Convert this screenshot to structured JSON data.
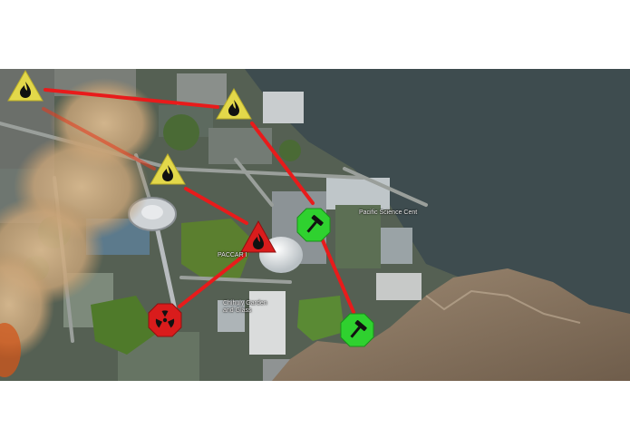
{
  "map": {
    "labels": {
      "pacific_science_center": "Pacific Science Cent",
      "paccar": "PACCAR I",
      "chihuly": "Chihuly Garden\nand Glass"
    },
    "markers": [
      {
        "id": "fire-1",
        "type": "fire",
        "color": "#e3d84a"
      },
      {
        "id": "fire-2",
        "type": "fire",
        "color": "#e3d84a"
      },
      {
        "id": "fire-3",
        "type": "fire",
        "color": "#e3d84a"
      },
      {
        "id": "fire-4",
        "type": "fire",
        "color": "#d91c1c"
      },
      {
        "id": "radiation-1",
        "type": "radiation",
        "color": "#d91c1c"
      },
      {
        "id": "hammer-1",
        "type": "hammer",
        "color": "#2fd12f"
      },
      {
        "id": "hammer-2",
        "type": "hammer",
        "color": "#2fd12f"
      }
    ],
    "link_color": "#e81b1b",
    "water_color": "#3e4c4f"
  }
}
